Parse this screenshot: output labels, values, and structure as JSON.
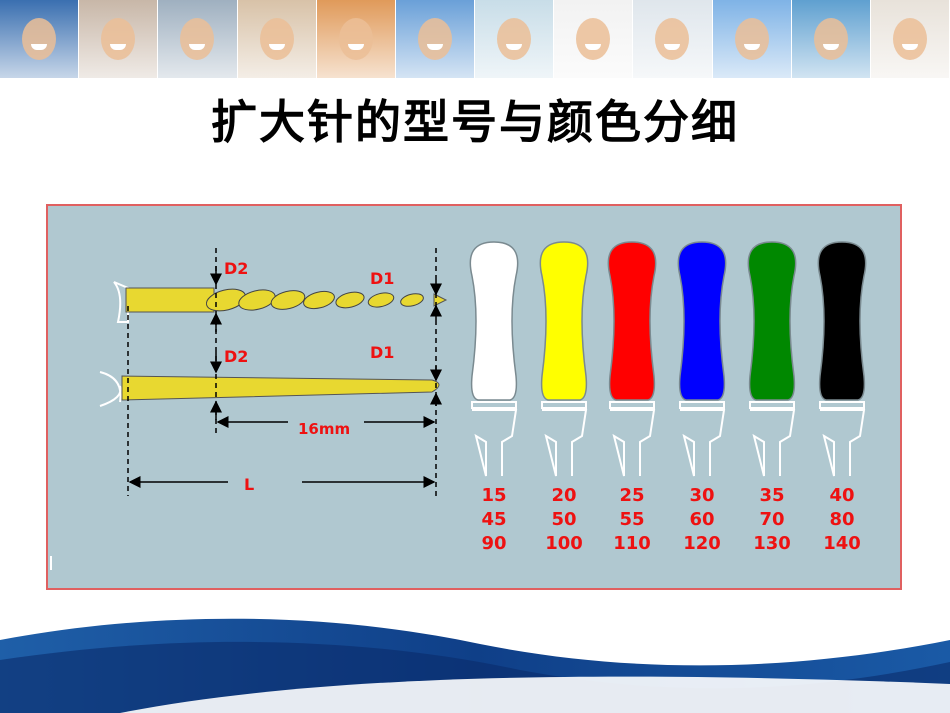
{
  "title": "扩大针的型号与颜色分细",
  "photo_strip": {
    "tones": [
      "#3a6fb0",
      "#c8b7a8",
      "#9fb0c0",
      "#d8c2a8",
      "#e09a5a",
      "#6aa0d8",
      "#c8dde8",
      "#f2f2f2",
      "#dfe6ec",
      "#7fb3e6",
      "#5fa0d0",
      "#e8e2da"
    ]
  },
  "diagram": {
    "labels": {
      "d2_top": "D2",
      "d1_top": "D1",
      "d2_bottom": "D2",
      "d1_bottom": "D1",
      "length_16": "16mm",
      "length_l": "L"
    },
    "colors": {
      "frame_bg": "#b0c8d0",
      "frame_border": "#e06060",
      "shaft": "#e8d830",
      "size_text": "#ee1111"
    },
    "instruments": [
      {
        "color": "#ffffff",
        "sizes": [
          "15",
          "45",
          "90"
        ]
      },
      {
        "color": "#ffff00",
        "sizes": [
          "20",
          "50",
          "100"
        ]
      },
      {
        "color": "#ff0000",
        "sizes": [
          "25",
          "55",
          "110"
        ]
      },
      {
        "color": "#0000ff",
        "sizes": [
          "30",
          "60",
          "120"
        ]
      },
      {
        "color": "#008800",
        "sizes": [
          "35",
          "70",
          "130"
        ]
      },
      {
        "color": "#000000",
        "sizes": [
          "40",
          "80",
          "140"
        ]
      }
    ]
  }
}
